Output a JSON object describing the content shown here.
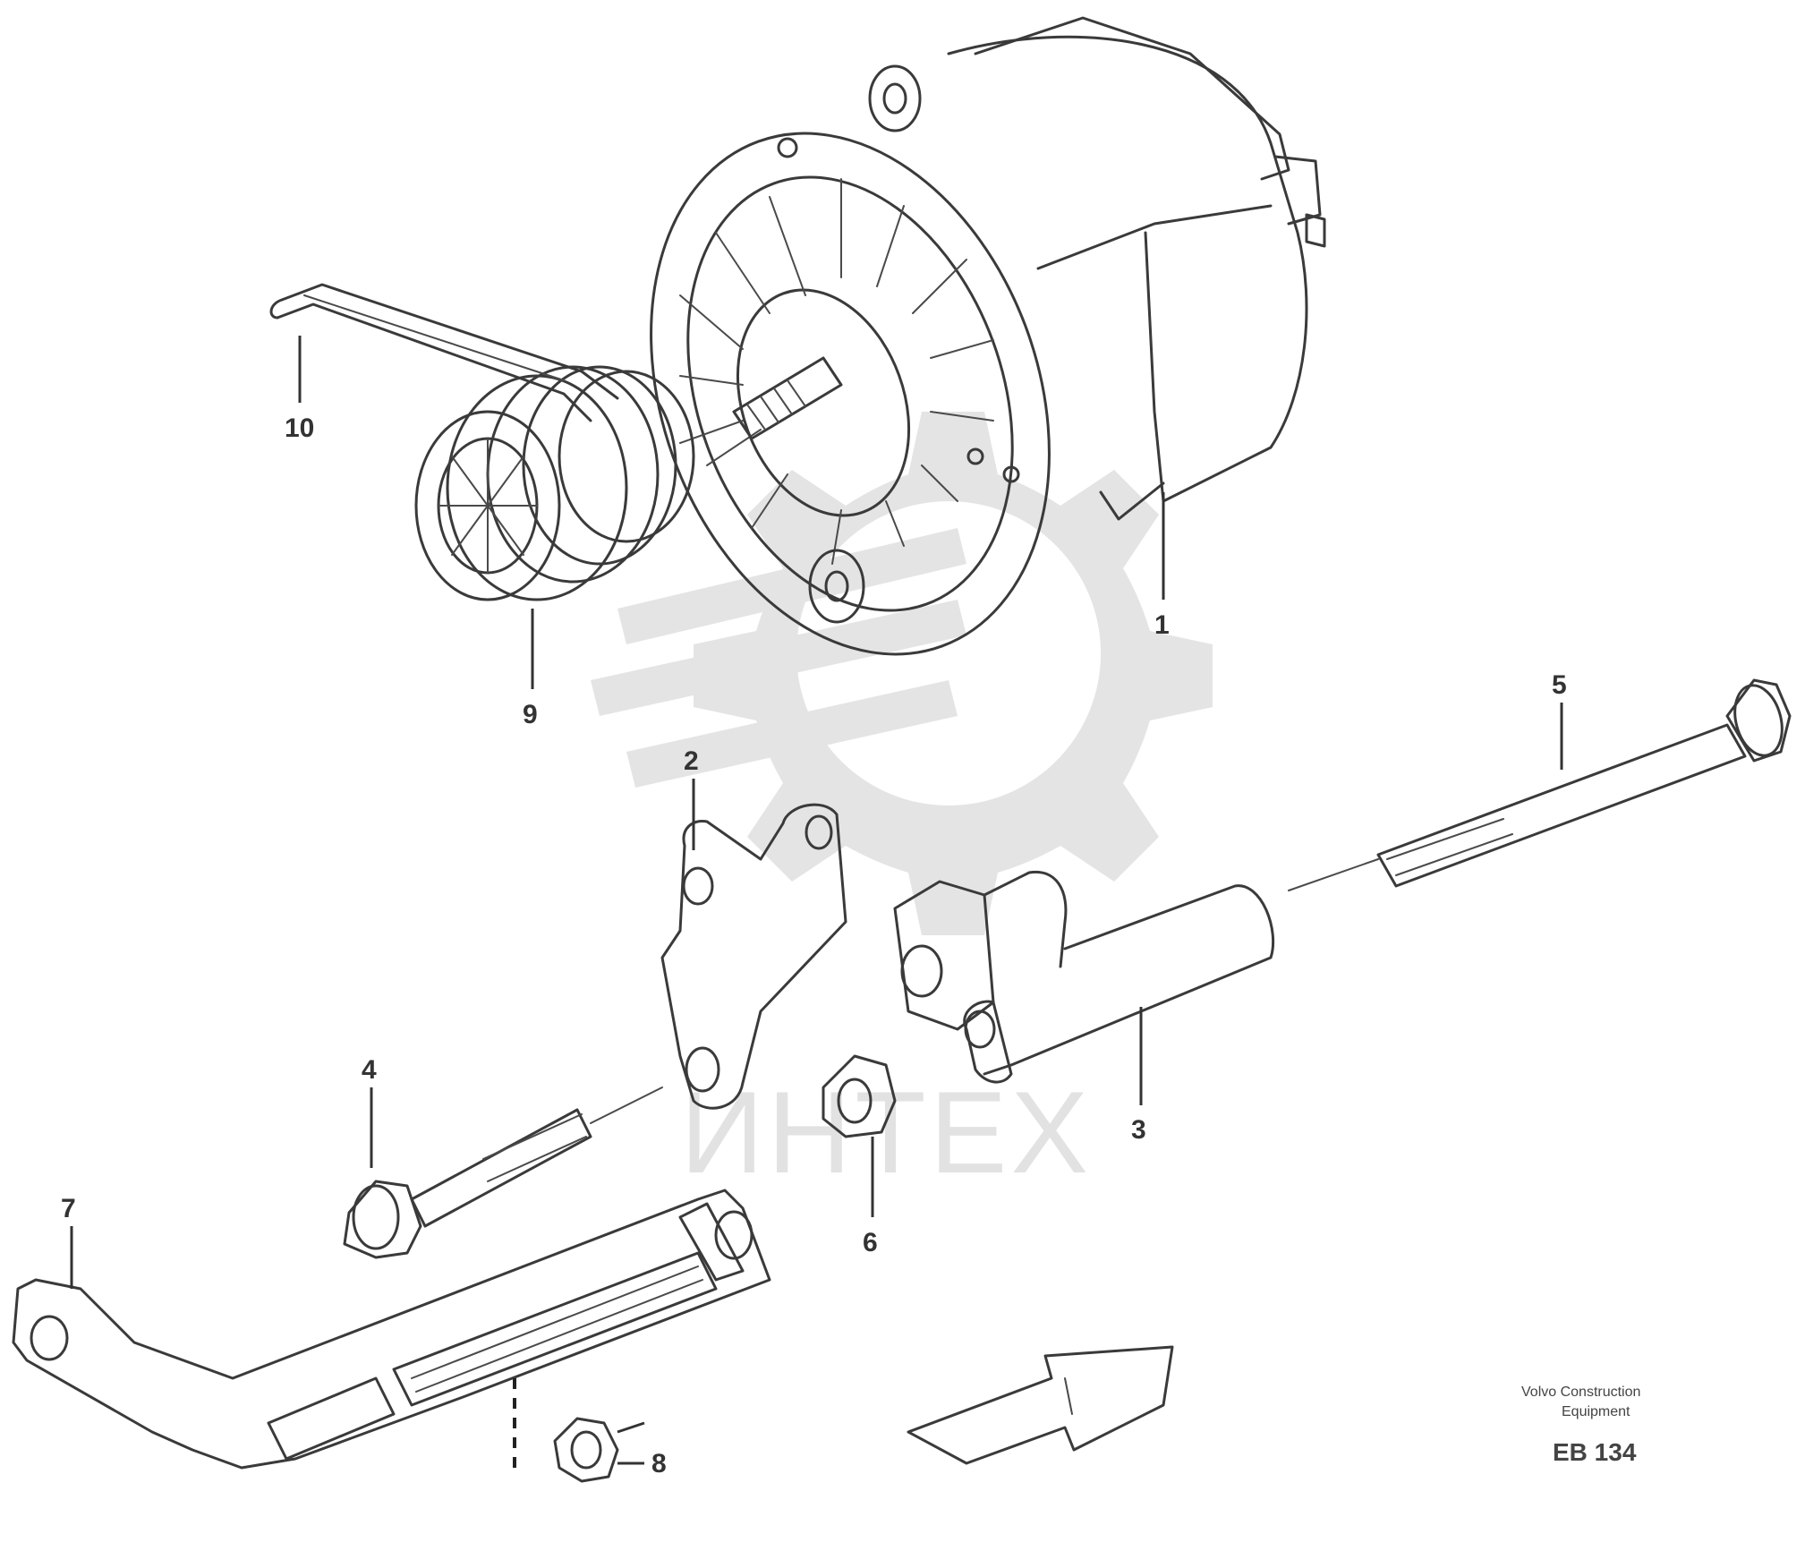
{
  "labels": {
    "l1": "1",
    "l2": "2",
    "l3": "3",
    "l4": "4",
    "l5": "5",
    "l6": "6",
    "l7": "7",
    "l8": "8",
    "l9": "9",
    "l10": "10"
  },
  "watermark": {
    "text": "ИНТЕХ"
  },
  "caption": {
    "line1": "Volvo Construction",
    "line2": "Equipment",
    "code": "EB 134"
  }
}
